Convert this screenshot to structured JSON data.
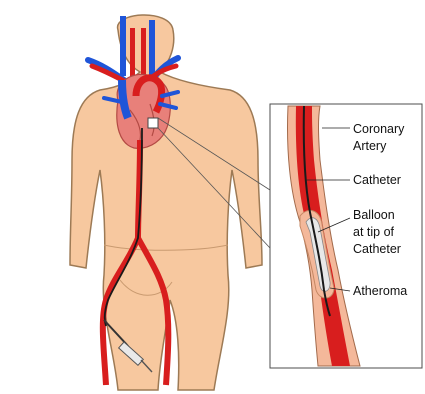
{
  "labels": {
    "coronary_artery_line1": "Coronary",
    "coronary_artery_line2": "Artery",
    "catheter": "Catheter",
    "balloon_line1": "Balloon",
    "balloon_line2": "at tip of",
    "balloon_line3": "Catheter",
    "atheroma": "Atheroma"
  },
  "colors": {
    "skin": "#f7c89f",
    "skin_outline": "#9d7a55",
    "artery": "#d81e1e",
    "vein": "#1f55d8",
    "heart": "#e8807a",
    "catheter": "#1a1a1a",
    "plaque": "#f4b89a",
    "balloon": "#e8e8e8"
  }
}
